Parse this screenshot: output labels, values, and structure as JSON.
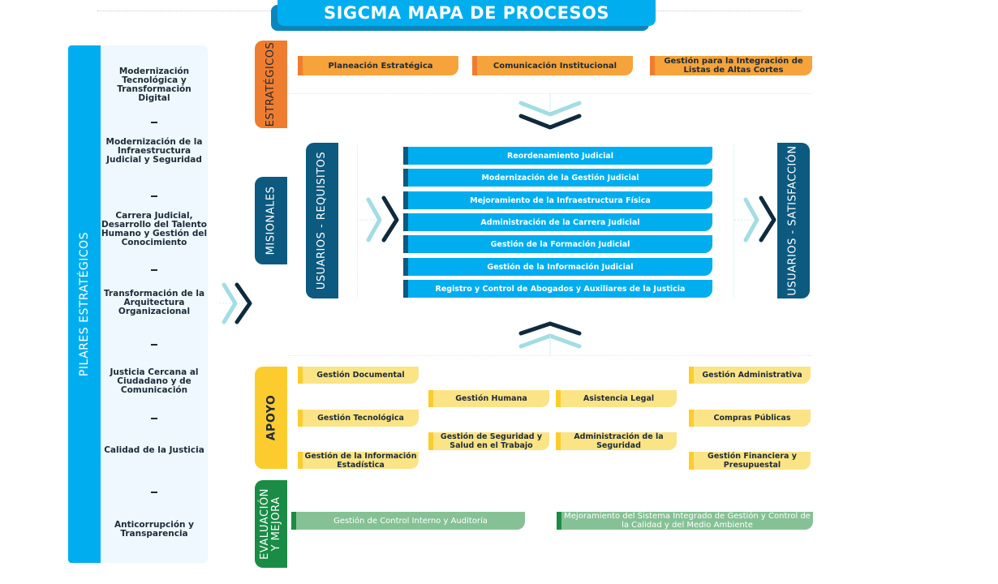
{
  "title": "SIGCMA MAPA DE PROCESOS",
  "pilares": {
    "label": "PILARES ESTRATÉGICOS",
    "items": [
      "Modernización Tecnológica y Transformación Digital",
      "Modernización de la Infraestructura Judicial y Seguridad",
      "Carrera Judicial, Desarrollo del Talento Humano y Gestión del Conocimiento",
      "Transformación de la Arquitectura Organizacional",
      "Justicia Cercana al Ciudadano y de Comunicación",
      "Calidad de la Justicia",
      "Anticorrupción y Transparencia"
    ],
    "separator": "-"
  },
  "estrategicos": {
    "label": "ESTRATÉGICOS",
    "processes": [
      "Planeación Estratégica",
      "Comunicación Institucional",
      "Gestión para la Integración de Listas de Altas Cortes"
    ]
  },
  "misionales": {
    "label": "MISIONALES",
    "input_label": "USUARIOS - REQUISITOS",
    "output_label": "USUARIOS - SATISFACCIÓN",
    "processes": [
      "Reordenamiento Judicial",
      "Modernización de la Gestión Judicial",
      "Mejoramiento de la Infraestructura Física",
      "Administración de la Carrera Judicial",
      "Gestión de la Formación Judicial",
      "Gestión de la Información Judicial",
      "Registro y Control de Abogados y Auxiliares de la Justicia"
    ]
  },
  "apoyo": {
    "label": "APOYO",
    "processes": [
      "Gestión Documental",
      "Gestión Tecnológica",
      "Gestión de la Información Estadística",
      "Gestión Humana",
      "Gestión de Seguridad y Salud en el Trabajo",
      "Asistencia Legal",
      "Administración de la Seguridad",
      "Gestión Administrativa",
      "Compras Públicas",
      "Gestión Financiera y Presupuestal"
    ]
  },
  "evaluacion": {
    "label": "EVALUACIÓN Y MEJORA",
    "processes": [
      "Gestión de Control Interno y Auditoría",
      "Mejoramiento del Sistema Integrado de Gestión y Control de la Calidad y del Medio Ambiente"
    ]
  },
  "colors": {
    "brand_blue": "#00aeef",
    "dark_teal": "#0c5a80",
    "orange": "#ef7d2f",
    "orange_light": "#f5a33a",
    "yellow": "#fccc2f",
    "yellow_light": "#fbe486",
    "green": "#1a8c45",
    "green_light": "#86c195",
    "arrow_light": "#a2dde3",
    "arrow_dark": "#0f2a3d"
  }
}
